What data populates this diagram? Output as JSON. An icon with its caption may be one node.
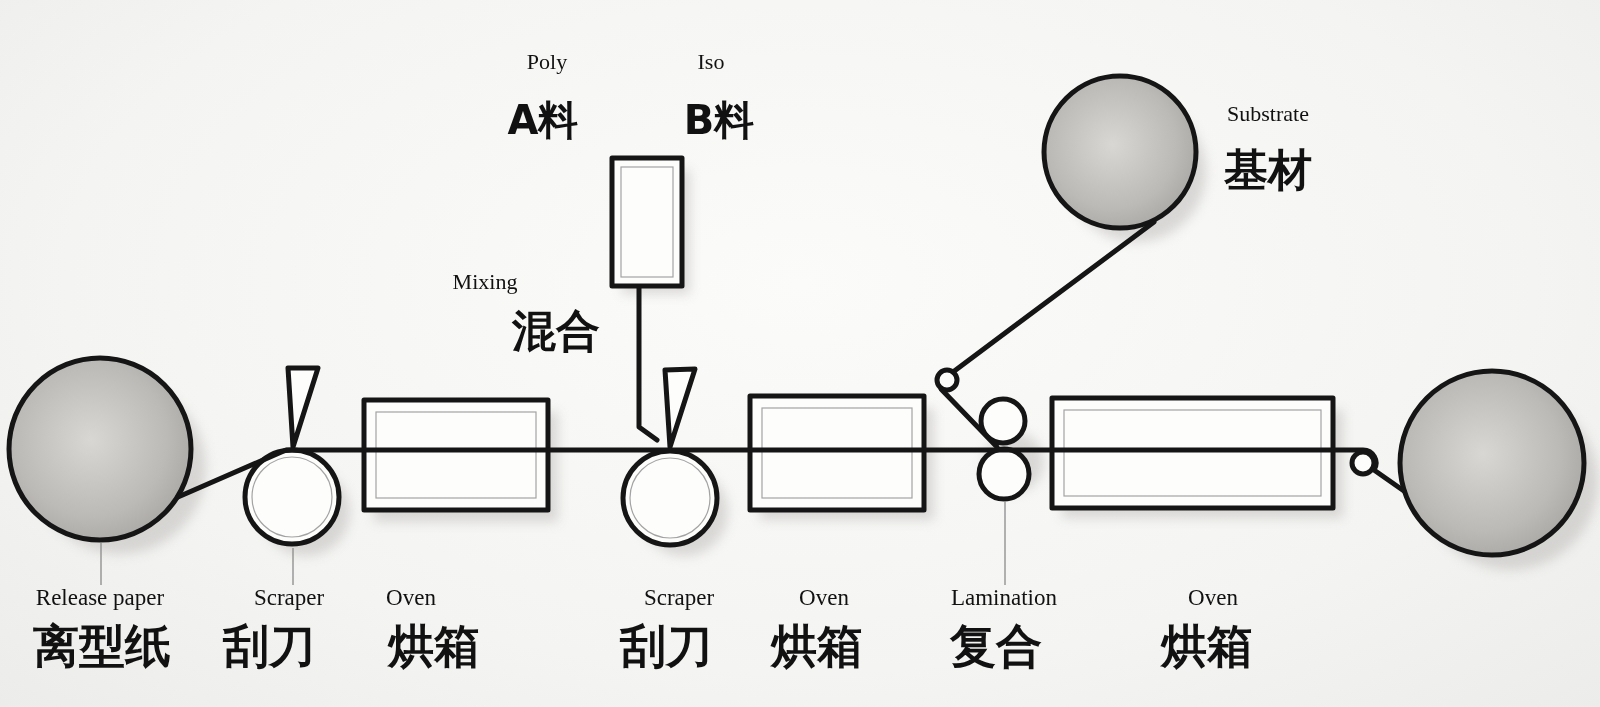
{
  "diagram": {
    "nodes": [
      {
        "text": [
          "Release paper",
          "离型纸"
        ]
      },
      {
        "text": [
          "Scraper",
          "刮刀"
        ]
      },
      {
        "text": [
          "Lamination",
          "复合"
        ]
      }
    ],
    "edges": [
      {
        "from": 0,
        "to": null,
        "arrow": "none"
      },
      {
        "from": 1,
        "to": null,
        "arrow": "none"
      },
      {
        "from": 2,
        "to": null,
        "arrow": "none"
      }
    ],
    "labels": [
      "Poly",
      "A料",
      "Iso",
      "B料",
      "Mixing",
      "混合",
      "Substrate",
      "基材",
      "Oven",
      "烘箱",
      "Scraper",
      "刮刀",
      "Oven",
      "烘箱",
      "Oven",
      "烘箱"
    ]
  }
}
